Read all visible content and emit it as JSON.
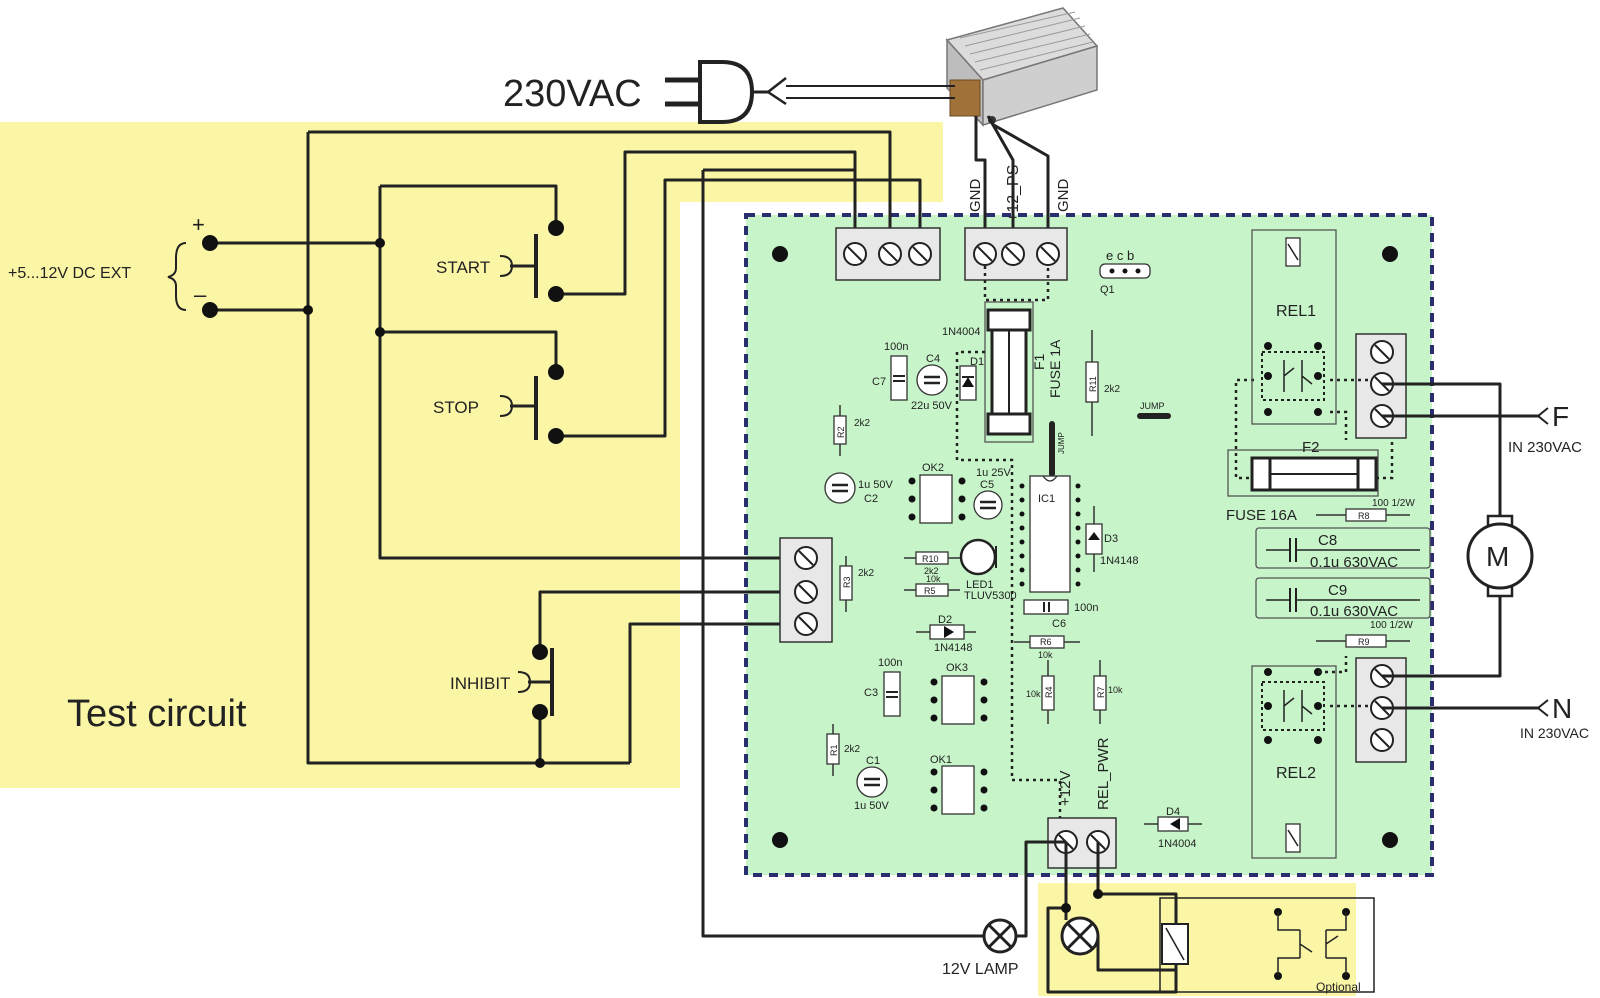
{
  "labels": {
    "mains": "230VAC",
    "ext_supply": "+5...12V DC EXT",
    "plus": "+",
    "minus": "–",
    "start": "START",
    "stop": "STOP",
    "inhibit": "INHIBIT",
    "test_circuit": "Test circuit",
    "gnd_a": "GND",
    "ps12": "+12_PS",
    "gnd_b": "GND",
    "q1": "Q1",
    "ecb": "e c b",
    "d1": "D1",
    "d1_type": "1N4004",
    "f1": "F1",
    "f1_rating": "FUSE 1A",
    "c7": "C7",
    "c7_val": "100n",
    "c4": "C4",
    "c4_val": "22u 50V",
    "r2": "R2",
    "r2_val": "2k2",
    "r11": "R11",
    "r11_val": "2k2",
    "jump_a": "JUMP",
    "jump_b": "JUMP",
    "rel1": "REL1",
    "rel2": "REL2",
    "f2": "F2",
    "fuse16": "FUSE 16A",
    "r8": "R8",
    "r8_val": "100 1/2W",
    "r9": "R9",
    "r9_val": "100 1/2W",
    "c8": "C8",
    "c8_val": "0.1u 630VAC",
    "c9": "C9",
    "c9_val": "0.1u 630VAC",
    "motor": "M",
    "f_term": "F",
    "f_in": "IN 230VAC",
    "n_term": "N",
    "n_in": "IN 230VAC",
    "c2": "C2",
    "c2_val": "1u 50V",
    "ok2": "OK2",
    "c5": "C5",
    "c5_val": "1u 25V",
    "ic1": "IC1",
    "d3": "D3",
    "d3_type": "1N4148",
    "r3": "R3",
    "r3_val": "2k2",
    "r10": "R10",
    "r10_val": "2k2",
    "r5": "R5",
    "r5_val": "10k",
    "led1": "LED1",
    "led1_type": "TLUV5300",
    "c6": "C6",
    "c6_val": "100n",
    "d2": "D2",
    "d2_type": "1N4148",
    "r6": "R6",
    "r6_val": "10k",
    "c3": "C3",
    "c3_val": "100n",
    "ok3": "OK3",
    "r4": "R4",
    "r4_val": "10k",
    "r7": "R7",
    "r7_val": "10k",
    "r1": "R1",
    "r1_val": "2k2",
    "c1": "C1",
    "c1_val": "1u 50V",
    "ok1": "OK1",
    "p12v": "+12V",
    "rel_pwr": "REL_PWR",
    "d4": "D4",
    "d4_type": "1N4004",
    "lamp": "12V LAMP",
    "optional": "Optional"
  },
  "colors": {
    "test_area": "#fbf6a6",
    "board": "#c7f5c9",
    "board_border": "#2b2e6e",
    "wire": "#222222"
  }
}
